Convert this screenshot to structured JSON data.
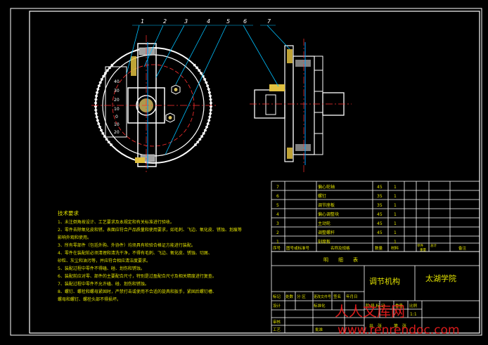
{
  "balloons": [
    "1",
    "2",
    "3",
    "4",
    "5",
    "6",
    "7"
  ],
  "scale_marks": [
    "40",
    "30",
    "20",
    "10",
    "0",
    "10",
    "20"
  ],
  "tech_req": {
    "title": "技术要求",
    "lines": [
      "1、未注倒角按设计、工艺要求及本规定和有关标准进行验收。",
      "2、零件去除氧化皮和锈，表面应符合产品质量和使用要求，如毛刺、飞边、氧化皮、锈蚀、划痕等",
      "   影响外观和使用。",
      "3、所有零部件（包括外购、外协件）均须具有检验合格证方能进行装配。",
      "4、零件在装配前必须清理和清洗干净，不得有毛刺、飞边、氧化皮、锈蚀、切屑、",
      "   砂粒、灰尘和油污等，并应符合相应清洁度要求。",
      "5、装配过程中零件不得磕、碰、划伤和锈蚀。",
      "6、装配前应对零、部件的主要配合尺寸，特别是过盈配合尺寸及相关精度进行复查。",
      "7、装配过程中零件不允许磕、碰、划伤和锈蚀。",
      "8、螺钉、螺栓和螺母紧固时，严禁打击或使用不合适的旋具和扳手，紧固后螺钉槽、",
      "   螺母和螺钉、螺栓头部不得损坏。"
    ]
  },
  "parts_rows": [
    {
      "no": "7",
      "name": "偏心轮轴",
      "qty": "1",
      "mat": "45"
    },
    {
      "no": "6",
      "name": "螺钉",
      "qty": "1",
      "mat": "35"
    },
    {
      "no": "5",
      "name": "调节座板",
      "qty": "1",
      "mat": "35"
    },
    {
      "no": "4",
      "name": "偏心调整块",
      "qty": "1",
      "mat": "45"
    },
    {
      "no": "3",
      "name": "主动轮",
      "qty": "1",
      "mat": "45"
    },
    {
      "no": "2",
      "name": "调整螺杆",
      "qty": "1",
      "mat": "45"
    },
    {
      "no": "1",
      "name": "刻度板",
      "qty": "1",
      "mat": ""
    }
  ],
  "parts_header": [
    "序号",
    "图号或标准号",
    "名称及规格",
    "数量",
    "材料",
    "单件",
    "总计",
    "重量",
    "备注"
  ],
  "title_block": {
    "list_label": "明　　细　　表",
    "drawing_name": "调节机构",
    "school": "太湖学院",
    "labels_row1": [
      "标记",
      "处数",
      "分 区",
      "更改文件号",
      "签名",
      "年月日"
    ],
    "labels_row2": [
      "设计",
      "",
      "",
      "标准化"
    ],
    "stage_labels": [
      "阶 段 标 记",
      "重量",
      "比例"
    ],
    "scale": "1:1",
    "audit": "审核",
    "craft": "工艺",
    "approve": "批准",
    "sheets": [
      "共　张",
      "第　张"
    ]
  },
  "watermark": {
    "cn": "人人文库网",
    "url": "www.renrendoc.com"
  }
}
